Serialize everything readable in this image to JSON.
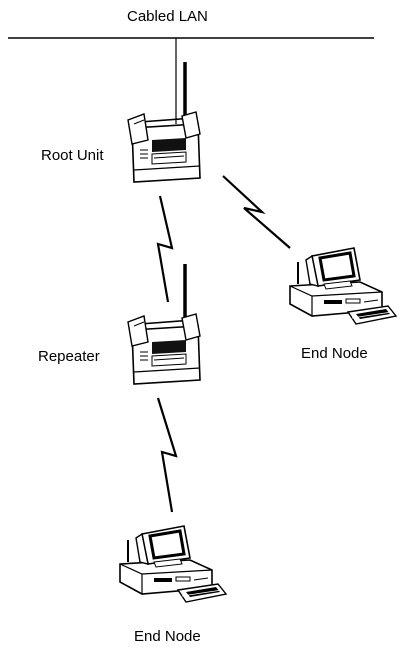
{
  "labels": {
    "network": "Cabled LAN",
    "root_unit": "Root Unit",
    "repeater": "Repeater",
    "end_node_1": "End Node",
    "end_node_2": "End Node"
  },
  "icons": {
    "root_unit": "access-point-icon",
    "repeater": "access-point-icon",
    "end_node": "desktop-computer-icon",
    "wireless_link": "lightning-bolt-icon"
  },
  "colors": {
    "line": "#000000",
    "background": "#ffffff"
  }
}
